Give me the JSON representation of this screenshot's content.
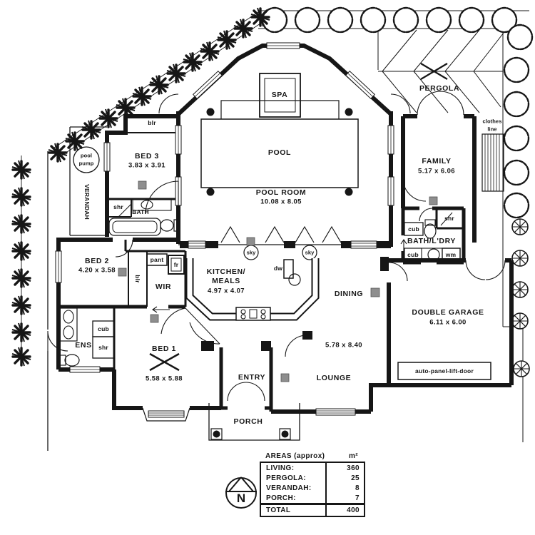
{
  "colors": {
    "ink": "#161616",
    "vent_gray": "#8e8e8e",
    "paper": "#ffffff"
  },
  "rooms": {
    "spa": {
      "name": "SPA"
    },
    "pool": {
      "name": "POOL"
    },
    "pool_room": {
      "name": "POOL ROOM",
      "dims": "10.08 x 8.05"
    },
    "pergola": {
      "name": "PERGOLA"
    },
    "family": {
      "name": "FAMILY",
      "dims": "5.17 x 6.06"
    },
    "bed3": {
      "name": "BED 3",
      "dims": "3.83 x 3.91"
    },
    "bath": {
      "name": "BATH"
    },
    "verandah": {
      "name": "VERANDAH"
    },
    "bed2": {
      "name": "BED 2",
      "dims": "4.20 x 3.58"
    },
    "wir": {
      "name": "WIR"
    },
    "kitchen": {
      "name_line1": "KITCHEN/",
      "name_line2": "MEALS",
      "dims": "4.97 x 4.07"
    },
    "dining": {
      "name": "DINING"
    },
    "lounge": {
      "name": "LOUNGE",
      "dims": "5.78 x 8.40"
    },
    "bath_ldry": {
      "name": "BATH/L'DRY"
    },
    "garage": {
      "name": "DOUBLE GARAGE",
      "dims": "6.11 x 6.00",
      "door_label": "auto-panel-lift-door"
    },
    "bed1": {
      "name": "BED 1",
      "dims": "5.58 x 5.88"
    },
    "ens": {
      "name": "ENS"
    },
    "entry": {
      "name": "ENTRY"
    },
    "porch": {
      "name": "PORCH"
    }
  },
  "annotations": {
    "pool_pump_line1": "pool",
    "pool_pump_line2": "pump",
    "clothes_line1": "clothes",
    "clothes_line2": "line",
    "sky": "sky",
    "blr": "blr",
    "shr": "shr",
    "cub": "cub",
    "pant": "pant",
    "fr": "fr",
    "dw": "dw",
    "wm": "wm"
  },
  "areas_table": {
    "title": "AREAS (approx)",
    "unit": "m²",
    "rows": [
      {
        "label": "LIVING:",
        "value": "360"
      },
      {
        "label": "PERGOLA:",
        "value": "25"
      },
      {
        "label": "VERANDAH:",
        "value": "8"
      },
      {
        "label": "PORCH:",
        "value": "7"
      }
    ],
    "total": {
      "label": "TOTAL",
      "value": "400"
    }
  },
  "compass": {
    "letter": "N"
  }
}
